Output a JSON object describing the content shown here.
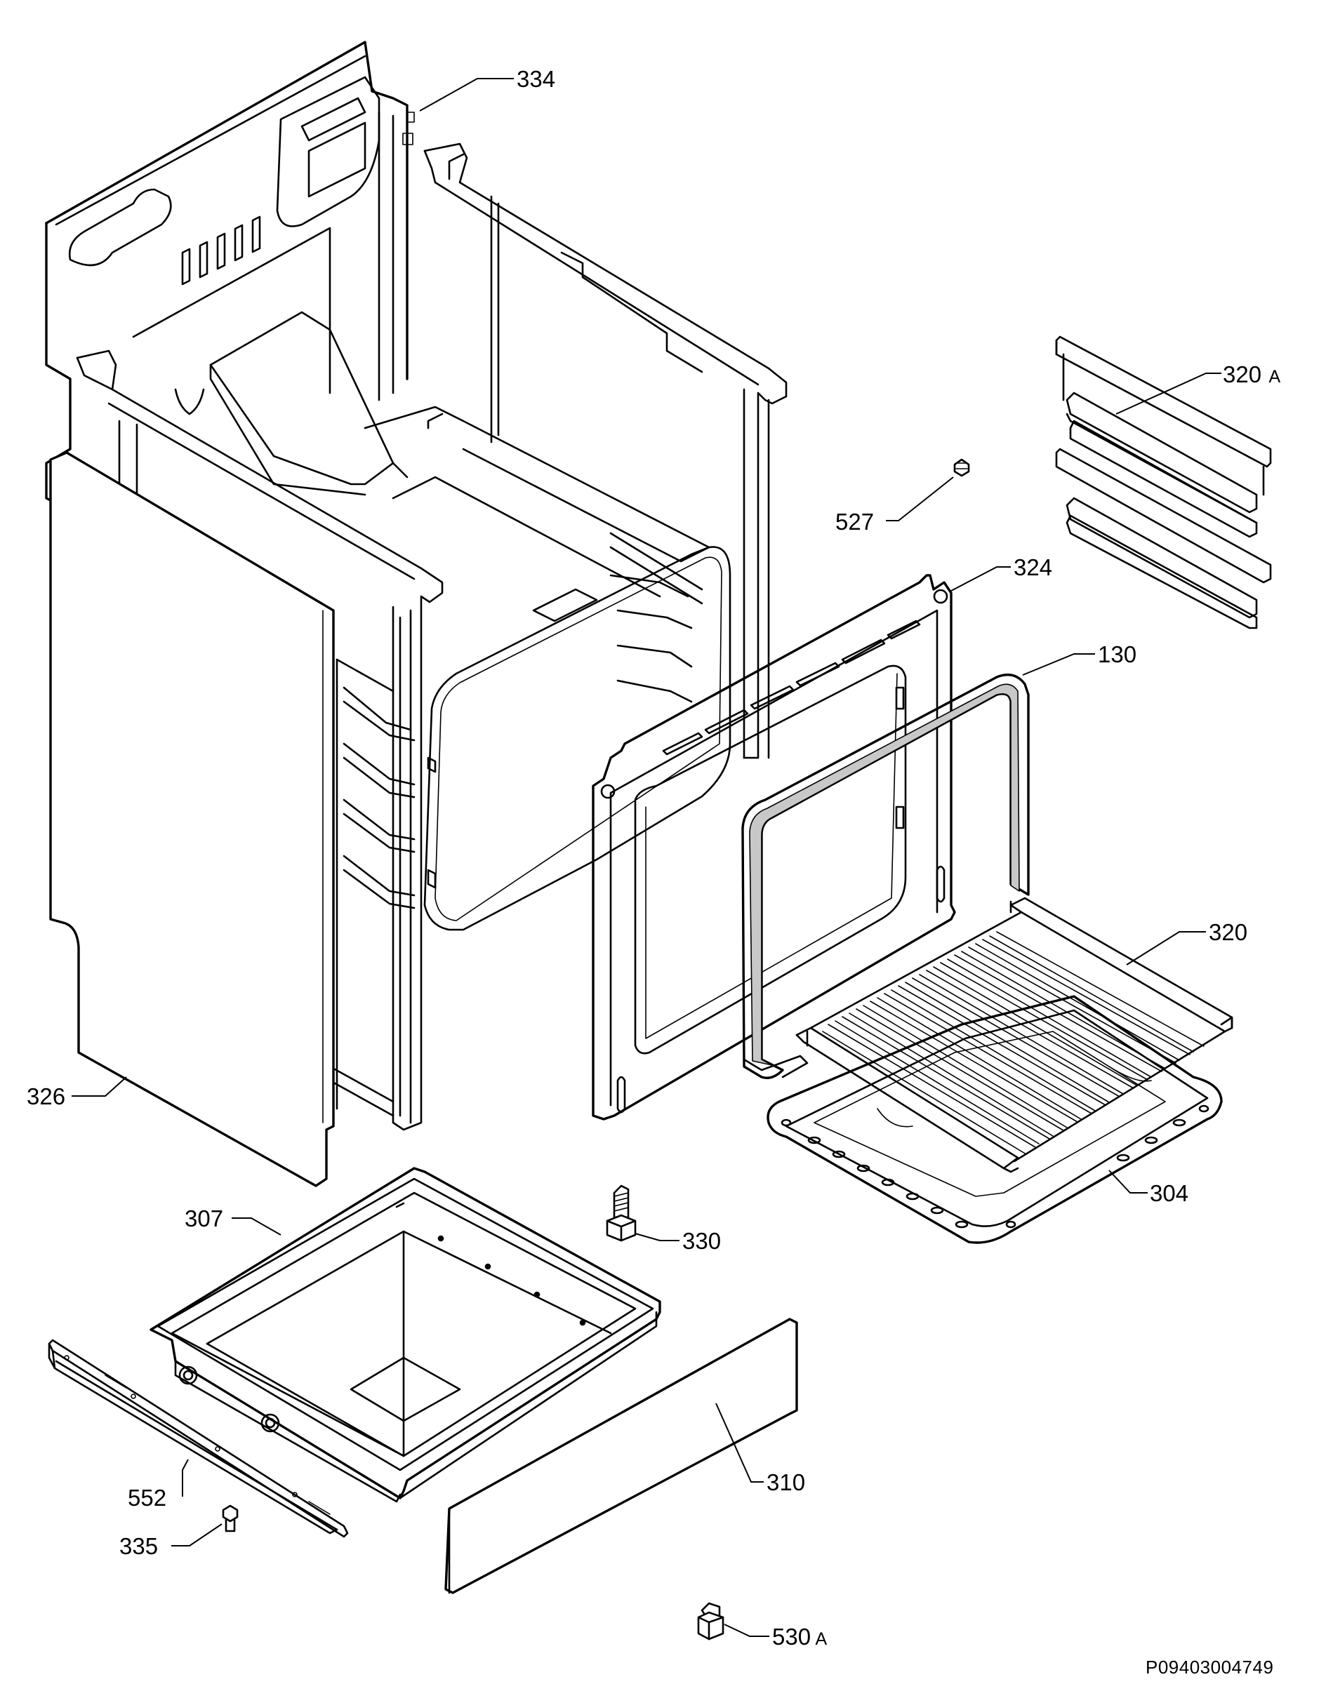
{
  "callouts": {
    "c334": {
      "number": "334"
    },
    "c320a": {
      "number": "320",
      "suffix": "A"
    },
    "c527": {
      "number": "527"
    },
    "c324": {
      "number": "324"
    },
    "c130": {
      "number": "130"
    },
    "c320": {
      "number": "320"
    },
    "c326": {
      "number": "326"
    },
    "c304": {
      "number": "304"
    },
    "c307": {
      "number": "307"
    },
    "c330": {
      "number": "330"
    },
    "c552": {
      "number": "552"
    },
    "c310": {
      "number": "310"
    },
    "c335": {
      "number": "335"
    },
    "c530a": {
      "number": "530",
      "suffix": "A"
    }
  },
  "drawing_code": "P09403004749",
  "colors": {
    "line": "#000000",
    "background": "#ffffff",
    "gasket": "#c8c8c8"
  }
}
